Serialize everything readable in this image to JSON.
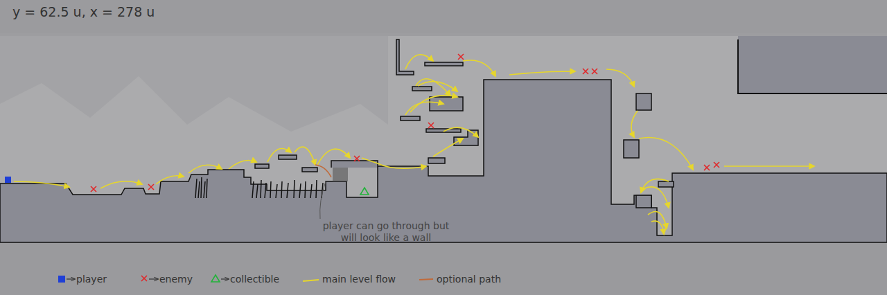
{
  "diagram": {
    "labels": [
      "y = 62.5 u, x = 278 u",
      "player can go through but will look like a wall"
    ],
    "legend": [
      {
        "text": "player",
        "color": "#1f3fd6"
      },
      {
        "text": "enemy"
      },
      {
        "text": "collectible"
      },
      {
        "text": "main level flow"
      },
      {
        "text": "optional path"
      }
    ]
  }
}
